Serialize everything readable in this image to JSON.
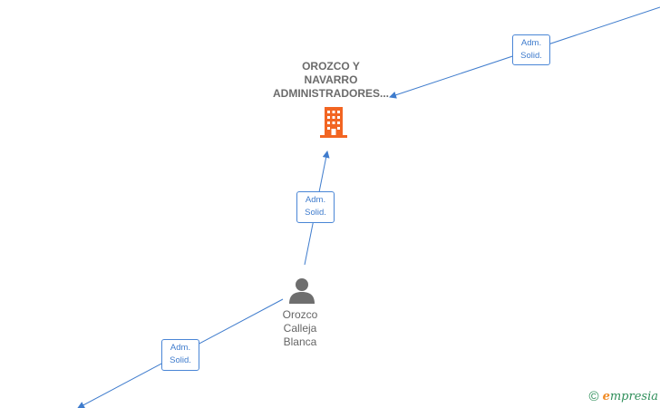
{
  "company": {
    "label_lines": [
      "OROZCO Y",
      "NAVARRO",
      "ADMINISTRADORES..."
    ],
    "icon": "building-icon",
    "color": "#f26522"
  },
  "person": {
    "label_lines": [
      "Orozco",
      "Calleja",
      "Blanca"
    ],
    "icon": "person-icon",
    "color": "#6e6e6e"
  },
  "edges": [
    {
      "label_line1": "Adm.",
      "label_line2": "Solid."
    },
    {
      "label_line1": "Adm.",
      "label_line2": "Solid."
    },
    {
      "label_line1": "Adm.",
      "label_line2": "Solid."
    }
  ],
  "watermark": {
    "symbol": "©",
    "brand_initial": "e",
    "brand_rest": "mpresia"
  },
  "colors": {
    "edge": "#3f7ccd"
  }
}
